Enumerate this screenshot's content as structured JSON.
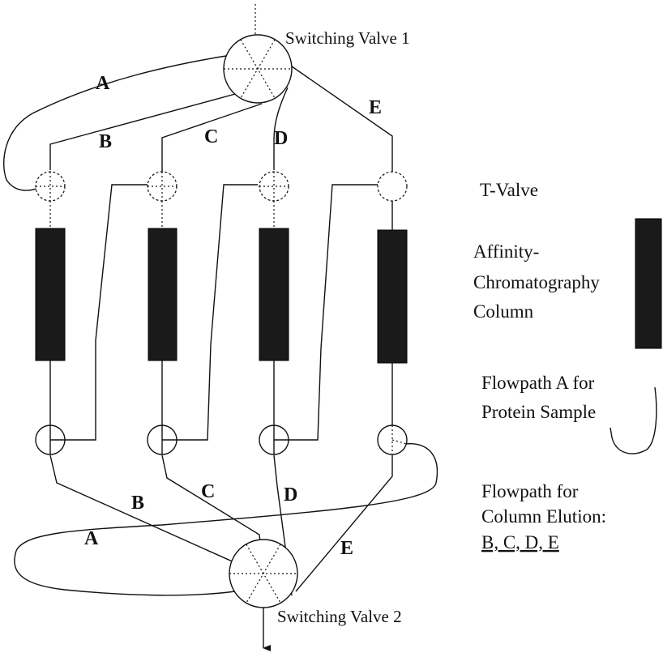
{
  "labels": {
    "valve1": "Switching Valve 1",
    "valve2": "Switching Valve 2",
    "t_valve": "T-Valve",
    "column_line1": "Affinity-",
    "column_line2": "Chromatography",
    "column_line3": "Column",
    "flowA_line1": "Flowpath A for",
    "flowA_line2": "Protein Sample",
    "elution_line1": "Flowpath for",
    "elution_line2": "Column Elution:",
    "elution_line3": "B, C, D, E"
  },
  "paths_top": [
    "A",
    "B",
    "C",
    "D",
    "E"
  ],
  "paths_bottom": [
    "A",
    "B",
    "C",
    "D",
    "E"
  ],
  "colors": {
    "ink": "#111111",
    "column": "#1a1a1a",
    "background": "#ffffff"
  }
}
